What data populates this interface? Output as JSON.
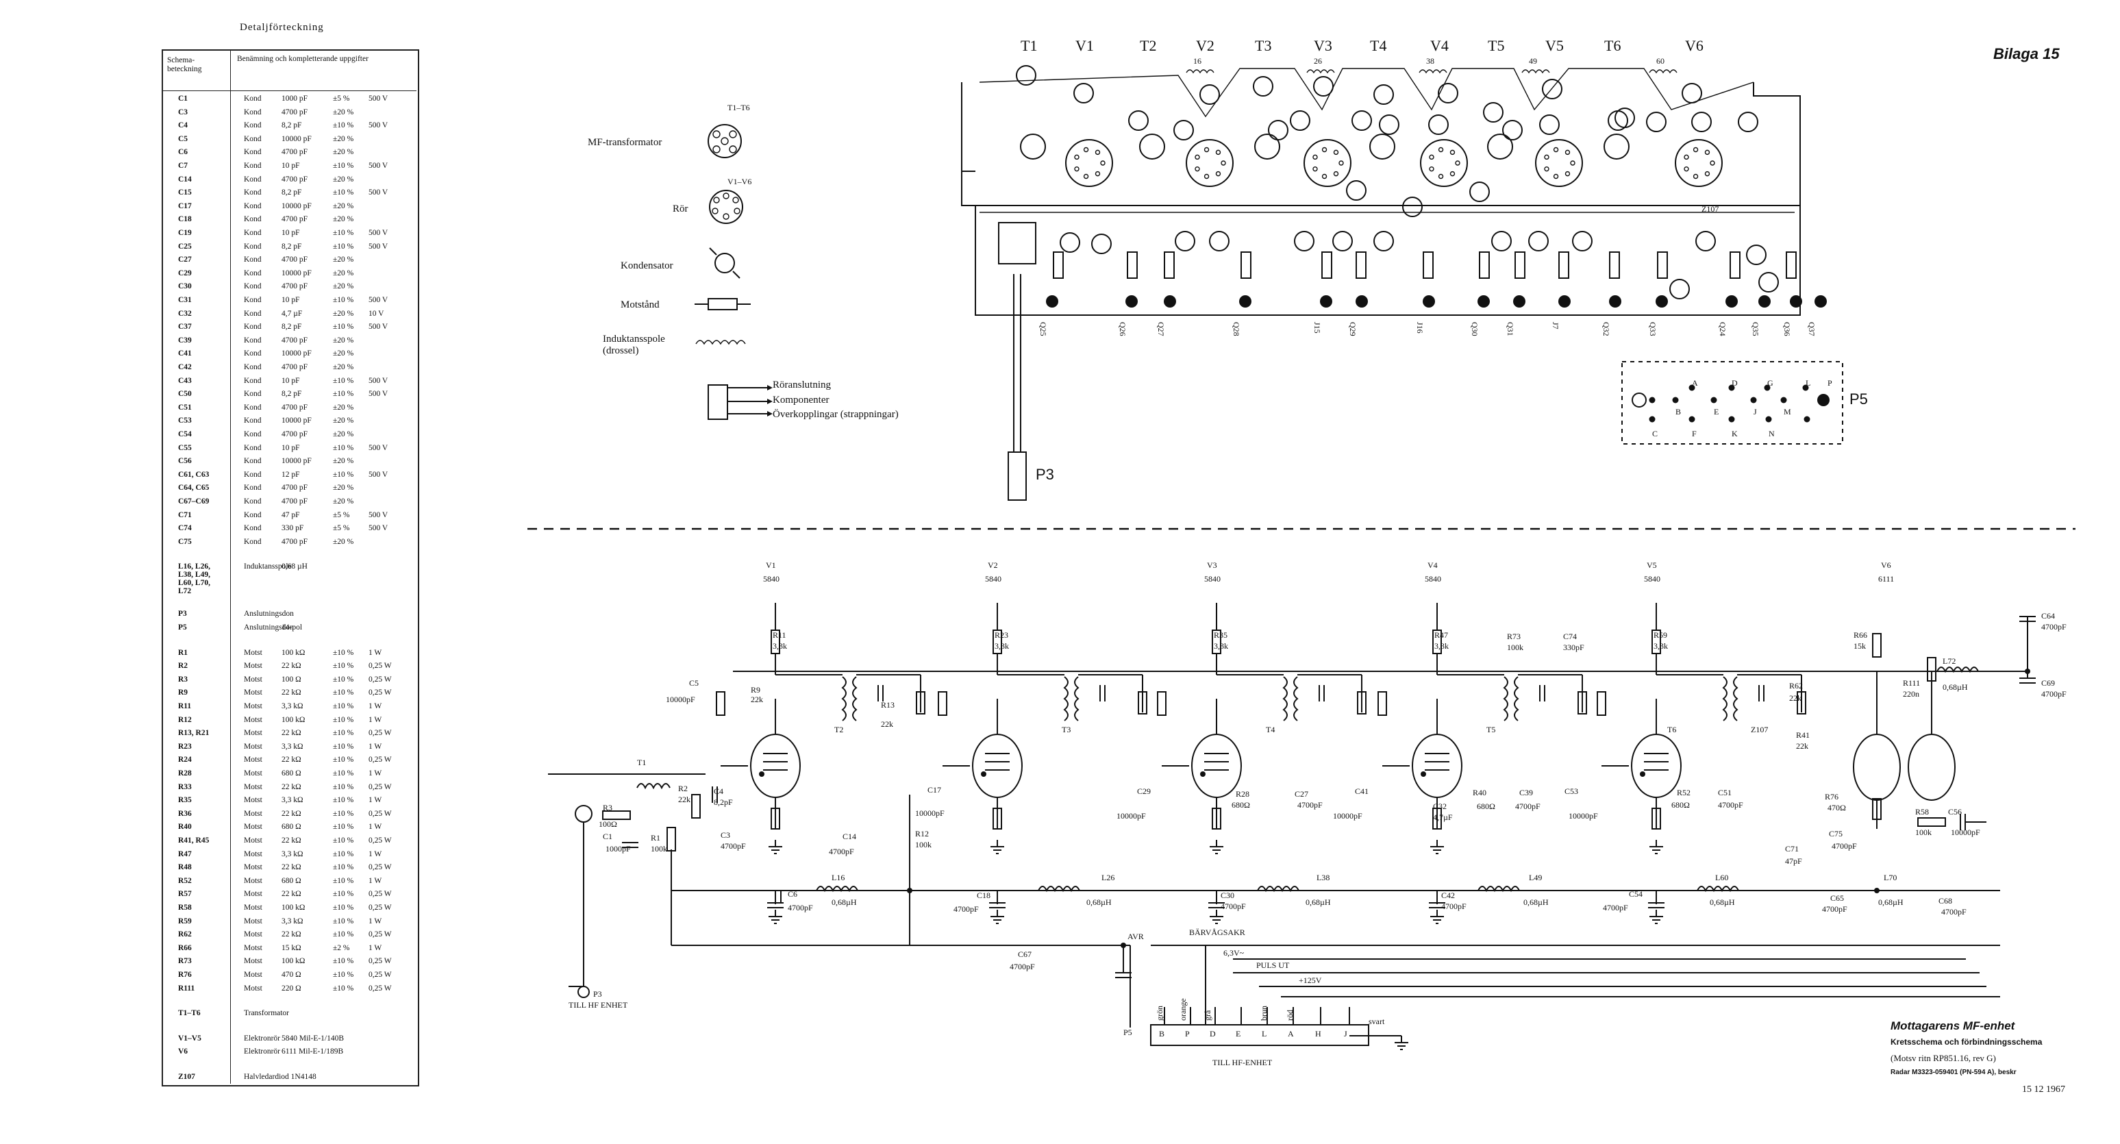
{
  "parts_list": {
    "title": "Detaljförteckning",
    "header_ref": "Schema- beteckning",
    "header_desc": "Benämning och kompletterande uppgifter",
    "rows": [
      [
        "C1",
        "Kond",
        "1000 pF",
        "±5 %",
        "500 V"
      ],
      [
        "C3",
        "Kond",
        "4700 pF",
        "±20 %",
        ""
      ],
      [
        "C4",
        "Kond",
        "8,2 pF",
        "±10 %",
        "500 V"
      ],
      [
        "C5",
        "Kond",
        "10000 pF",
        "±20 %",
        ""
      ],
      [
        "C6",
        "Kond",
        "4700 pF",
        "±20 %",
        ""
      ],
      [
        "C7",
        "Kond",
        "10 pF",
        "±10 %",
        "500 V"
      ],
      [
        "C14",
        "Kond",
        "4700 pF",
        "±20 %",
        ""
      ],
      [
        "C15",
        "Kond",
        "8,2 pF",
        "±10 %",
        "500 V"
      ],
      [
        "C17",
        "Kond",
        "10000 pF",
        "±20 %",
        ""
      ],
      [
        "C18",
        "Kond",
        "4700 pF",
        "±20 %",
        ""
      ],
      [
        "C19",
        "Kond",
        "10 pF",
        "±10 %",
        "500 V"
      ],
      [
        "C25",
        "Kond",
        "8,2 pF",
        "±10 %",
        "500 V"
      ],
      [
        "C27",
        "Kond",
        "4700 pF",
        "±20 %",
        ""
      ],
      [
        "C29",
        "Kond",
        "10000 pF",
        "±20 %",
        ""
      ],
      [
        "C30",
        "Kond",
        "4700 pF",
        "±20 %",
        ""
      ],
      [
        "C31",
        "Kond",
        "10 pF",
        "±10 %",
        "500 V"
      ],
      [
        "C32",
        "Kond",
        "4,7 µF",
        "±20 %",
        "10 V"
      ],
      [
        "C37",
        "Kond",
        "8,2 pF",
        "±10 %",
        "500 V"
      ],
      [
        "C39",
        "Kond",
        "4700 pF",
        "±20 %",
        ""
      ],
      [
        "C41",
        "Kond",
        "10000 pF",
        "±20 %",
        ""
      ],
      [
        "C42",
        "Kond",
        "4700 pF",
        "±20 %",
        ""
      ],
      [
        "C43",
        "Kond",
        "10 pF",
        "±10 %",
        "500 V"
      ],
      [
        "C50",
        "Kond",
        "8,2 pF",
        "±10 %",
        "500 V"
      ],
      [
        "C51",
        "Kond",
        "4700 pF",
        "±20 %",
        ""
      ],
      [
        "C53",
        "Kond",
        "10000 pF",
        "±20 %",
        ""
      ],
      [
        "C54",
        "Kond",
        "4700 pF",
        "±20 %",
        ""
      ],
      [
        "C55",
        "Kond",
        "10 pF",
        "±10 %",
        "500 V"
      ],
      [
        "C56",
        "Kond",
        "10000 pF",
        "±20 %",
        ""
      ],
      [
        "C61, C63",
        "Kond",
        "12 pF",
        "±10 %",
        "500 V"
      ],
      [
        "C64, C65",
        "Kond",
        "4700 pF",
        "±20 %",
        ""
      ],
      [
        "C67–C69",
        "Kond",
        "4700 pF",
        "±20 %",
        ""
      ],
      [
        "C71",
        "Kond",
        "47 pF",
        "±5 %",
        "500 V"
      ],
      [
        "C74",
        "Kond",
        "330 pF",
        "±5 %",
        "500 V"
      ],
      [
        "C75",
        "Kond",
        "4700 pF",
        "±20 %",
        ""
      ],
      [
        "",
        "",
        " ",
        "",
        ""
      ],
      [
        "L16, L26, L38, L49, L60, L70, L72",
        "Induktansspole",
        "0,68 µH",
        "",
        ""
      ],
      [
        "",
        "",
        " ",
        "",
        ""
      ],
      [
        "P3",
        "Anslutningsdon",
        "",
        "",
        ""
      ],
      [
        "P5",
        "Anslutningsdon",
        "14-pol",
        "",
        ""
      ],
      [
        "",
        "",
        " ",
        "",
        ""
      ],
      [
        "R1",
        "Motst",
        "100 kΩ",
        "±10 %",
        "1 W"
      ],
      [
        "R2",
        "Motst",
        "22 kΩ",
        "±10 %",
        "0,25 W"
      ],
      [
        "R3",
        "Motst",
        "100 Ω",
        "±10 %",
        "0,25 W"
      ],
      [
        "R9",
        "Motst",
        "22 kΩ",
        "±10 %",
        "0,25 W"
      ],
      [
        "R11",
        "Motst",
        "3,3 kΩ",
        "±10 %",
        "1 W"
      ],
      [
        "R12",
        "Motst",
        "100 kΩ",
        "±10 %",
        "1 W"
      ],
      [
        "R13, R21",
        "Motst",
        "22 kΩ",
        "±10 %",
        "0,25 W"
      ],
      [
        "R23",
        "Motst",
        "3,3 kΩ",
        "±10 %",
        "1 W"
      ],
      [
        "R24",
        "Motst",
        "22 kΩ",
        "±10 %",
        "0,25 W"
      ],
      [
        "R28",
        "Motst",
        "680 Ω",
        "±10 %",
        "1 W"
      ],
      [
        "R33",
        "Motst",
        "22 kΩ",
        "±10 %",
        "0,25 W"
      ],
      [
        "R35",
        "Motst",
        "3,3 kΩ",
        "±10 %",
        "1 W"
      ],
      [
        "R36",
        "Motst",
        "22 kΩ",
        "±10 %",
        "0,25 W"
      ],
      [
        "R40",
        "Motst",
        "680 Ω",
        "±10 %",
        "1 W"
      ],
      [
        "R41, R45",
        "Motst",
        "22 kΩ",
        "±10 %",
        "0,25 W"
      ],
      [
        "R47",
        "Motst",
        "3,3 kΩ",
        "±10 %",
        "1 W"
      ],
      [
        "R48",
        "Motst",
        "22 kΩ",
        "±10 %",
        "0,25 W"
      ],
      [
        "R52",
        "Motst",
        "680 Ω",
        "±10 %",
        "1 W"
      ],
      [
        "R57",
        "Motst",
        "22 kΩ",
        "±10 %",
        "0,25 W"
      ],
      [
        "R58",
        "Motst",
        "100 kΩ",
        "±10 %",
        "0,25 W"
      ],
      [
        "R59",
        "Motst",
        "3,3 kΩ",
        "±10 %",
        "1 W"
      ],
      [
        "R62",
        "Motst",
        "22 kΩ",
        "±10 %",
        "0,25 W"
      ],
      [
        "R66",
        "Motst",
        "15 kΩ",
        "±2 %",
        "1 W"
      ],
      [
        "R73",
        "Motst",
        "100 kΩ",
        "±10 %",
        "0,25 W"
      ],
      [
        "R76",
        "Motst",
        "470 Ω",
        "±10 %",
        "0,25 W"
      ],
      [
        "R111",
        "Motst",
        "220 Ω",
        "±10 %",
        "0,25 W"
      ],
      [
        "",
        "",
        " ",
        "",
        ""
      ],
      [
        "T1–T6",
        "Transformator",
        "",
        "",
        ""
      ],
      [
        "",
        "",
        " ",
        "",
        ""
      ],
      [
        "V1–V5",
        "Elektronrör",
        "5840 Mil-E-1/140B",
        "",
        ""
      ],
      [
        "V6",
        "Elektronrör",
        "6111 Mil-E-1/189B",
        "",
        ""
      ],
      [
        "",
        "",
        " ",
        "",
        ""
      ],
      [
        "Z107",
        "Halvledardiod 1N4148",
        "",
        "",
        ""
      ]
    ]
  },
  "sheet_tag": "Bilaga 15",
  "legend": {
    "mf": "MF-transformator",
    "mf_range": "T1–T6",
    "ror": "Rör",
    "ror_range": "V1–V6",
    "kond": "Kondensator",
    "motst": "Motstånd",
    "spole": "Induktansspole",
    "drossel": "(drossel)",
    "roransl": "Röranslutning",
    "komp": "Komponenter",
    "overk": "Överkopplingar (strappningar)"
  },
  "layout_labels": {
    "transformers": [
      "T1",
      "T2",
      "T3",
      "T4",
      "T5",
      "T6"
    ],
    "tubes": [
      "V1",
      "V2",
      "V3",
      "V4",
      "V5",
      "V6"
    ],
    "coils": [
      "16",
      "26",
      "38",
      "49",
      "60"
    ],
    "jacks_bottom": [
      "Q25",
      "Q26",
      "Q27",
      "Q28",
      "J15",
      "Q29",
      "J16",
      "Q30",
      "Q31",
      "J7",
      "Q32",
      "Q33",
      "Q24",
      "Q35",
      "Q36",
      "Q37"
    ],
    "z107": "Z107",
    "p3": "P3",
    "p5": "P5",
    "p5_pins_top": [
      "A",
      "D",
      "G",
      "L",
      "P"
    ],
    "p5_pins_bottom": [
      "C",
      "F",
      "K",
      "N"
    ],
    "p5_pins_mid": [
      "B",
      "E",
      "J",
      "M"
    ]
  },
  "schematic": {
    "tubes": [
      {
        "name": "V1",
        "type": "5840"
      },
      {
        "name": "V2",
        "type": "5840"
      },
      {
        "name": "V3",
        "type": "5840"
      },
      {
        "name": "V4",
        "type": "5840"
      },
      {
        "name": "V5",
        "type": "5840"
      },
      {
        "name": "V6",
        "type": "6111"
      }
    ],
    "labels": {
      "r11": "R11",
      "r11v": "3,3k",
      "r23": "R23",
      "r23v": "3,3k",
      "r35": "R35",
      "r35v": "3,3k",
      "r47": "R47",
      "r47v": "3,3k",
      "r59": "R59",
      "r59v": "3,3k",
      "r66": "R66",
      "r66v": "15k",
      "r73": "R73",
      "r73v": "100k",
      "c74": "C74",
      "c74v": "330pF",
      "c64": "C64",
      "c64v": "4700pF",
      "c69": "C69",
      "c69v": "4700pF",
      "l72": "L72",
      "l72v": "0,68µH",
      "r111": "R111",
      "r111v": "220n",
      "c5": "C5",
      "c5v": "10000pF",
      "c17": "C17",
      "c29": "C29",
      "c29v": "10000pF",
      "c41": "C41",
      "c41v": "10000pF",
      "c53": "C53",
      "c53v": "10000pF",
      "r9": "R9",
      "r9v": "22k",
      "r13": "R13",
      "r13v": "22k",
      "r12": "R12",
      "r12v": "100k",
      "c14": "C14",
      "c14v": "4700pF",
      "c17v": "10000pF",
      "r2": "R2",
      "r2v": "22k",
      "c4": "C4",
      "c4v": "8,2pF",
      "r3": "R3",
      "r3v": "100Ω",
      "c1": "C1",
      "c1v": "1000pF",
      "r1": "R1",
      "r1v": "100k",
      "c3": "C3",
      "c3v": "4700pF",
      "t1": "T1",
      "t2": "T2",
      "t3": "T3",
      "t4": "T4",
      "t5": "T5",
      "t6": "T6",
      "c6": "C6",
      "c6v": "4700pF",
      "l16": "L16",
      "l16v": "0,68µH",
      "c18": "C18",
      "c18v": "4700pF",
      "l26": "L26",
      "l26v": "0,68µH",
      "c30": "C30",
      "c30v": "4700pF",
      "l38": "L38",
      "l38v": "0,68µH",
      "c42": "C42",
      "c42v": "4700pF",
      "l49": "L49",
      "l49v": "0,68µH",
      "c54": "C54",
      "c54v": "4700pF",
      "l60": "L60",
      "l60v": "0,68µH",
      "c65": "C65",
      "c65v": "4700pF",
      "l70": "L70",
      "l70v": "0,68µH",
      "c68": "C68",
      "c68v": "4700pF",
      "c67": "C67",
      "c67v": "4700pF",
      "r28": "R28",
      "r28v": "680Ω",
      "c27": "C27",
      "c27v": "4700pF",
      "c32": "C32",
      "c32v": "4,7µF",
      "r40": "R40",
      "r40v": "680Ω",
      "c39": "C39",
      "c39v": "4700pF",
      "r52": "R52",
      "r52v": "680Ω",
      "c51": "C51",
      "c51v": "4700pF",
      "r76": "R76",
      "r76v": "470Ω",
      "c75": "C75",
      "c75v": "4700pF",
      "c71": "C71",
      "c71v": "47pF",
      "r41": "R41",
      "r41v": "22k",
      "r62": "R62",
      "r62v": "22k",
      "z107": "Z107",
      "r58": "R58",
      "r58v": "100k",
      "c56": "C56",
      "c56v": "10000pF",
      "avr": "AVR",
      "barvagsakr": "BÄRVÅGSAKR",
      "v63": "6,3V~",
      "puls": "PULS UT",
      "v125": "+125V",
      "p3": "P3",
      "till_hf": "TILL HF ENHET",
      "p5": "P5",
      "till_hf2": "TILL HF-ENHET",
      "wires": [
        "grön",
        "orange",
        "grå",
        "brun",
        "röd"
      ],
      "svart": "svart",
      "p5_pins": [
        "B",
        "P",
        "D",
        "E",
        "L",
        "A",
        "H",
        "J"
      ]
    }
  },
  "title_block": {
    "title": "Mottagarens MF-enhet",
    "sub1": "Kretsschema och förbindningsschema",
    "sub2": "(Motsv ritn RP851.16, rev G)",
    "sub3": "Radar M3323-059401 (PN-594 A), beskr",
    "date": "15 12 1967"
  }
}
